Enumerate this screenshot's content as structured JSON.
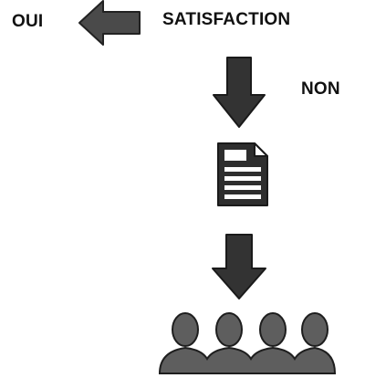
{
  "labels": {
    "yes": "OUI",
    "satisfaction": "SATISFACTION",
    "no": "NON"
  },
  "icons": {
    "left_arrow": "arrow-left-icon",
    "down_arrow_top": "arrow-down-icon",
    "document": "document-icon",
    "down_arrow_bottom": "arrow-down-icon",
    "people": "group-of-people-icon"
  },
  "colors": {
    "text": "#111111",
    "icon_dark": "#2a2a2a",
    "icon_mid": "#6a6a6a",
    "background": "#ffffff"
  }
}
